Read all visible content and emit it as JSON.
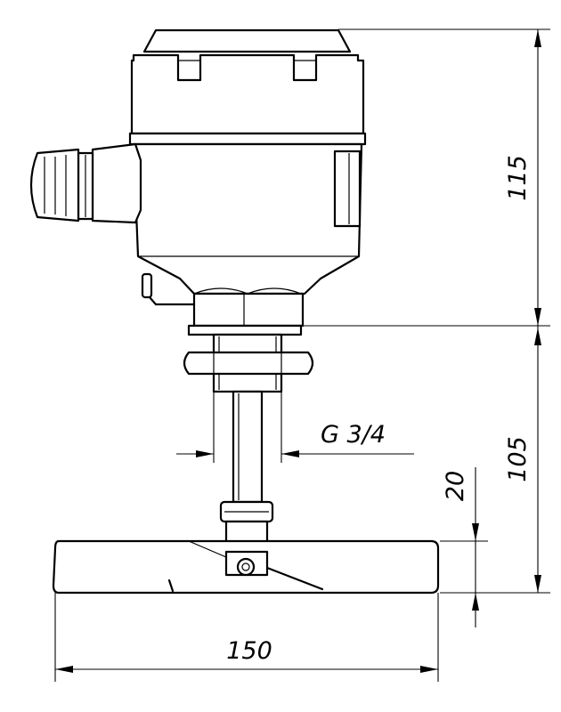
{
  "drawing": {
    "dimensions": {
      "height_upper": "115",
      "height_lower": "105",
      "paddle_height": "20",
      "thread": "G 3/4",
      "paddle_width": "150"
    },
    "colors": {
      "line": "#000000",
      "background": "#ffffff"
    }
  }
}
